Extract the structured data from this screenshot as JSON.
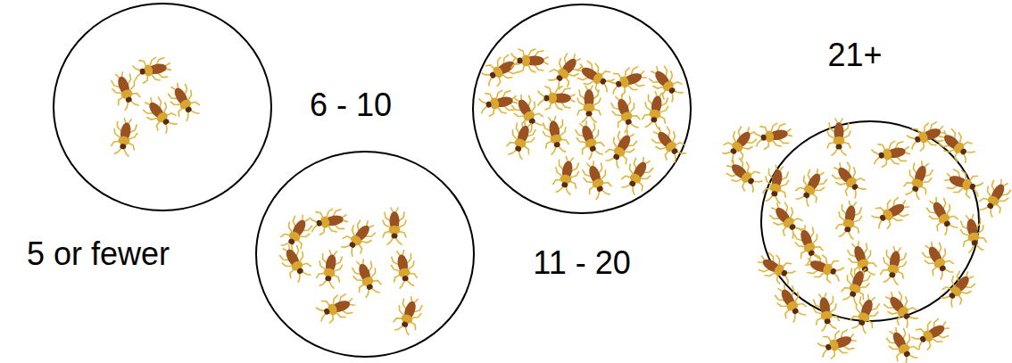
{
  "diagram": {
    "labels": [
      "5 or fewer",
      "6 - 10",
      "11 - 20",
      "21+"
    ]
  }
}
